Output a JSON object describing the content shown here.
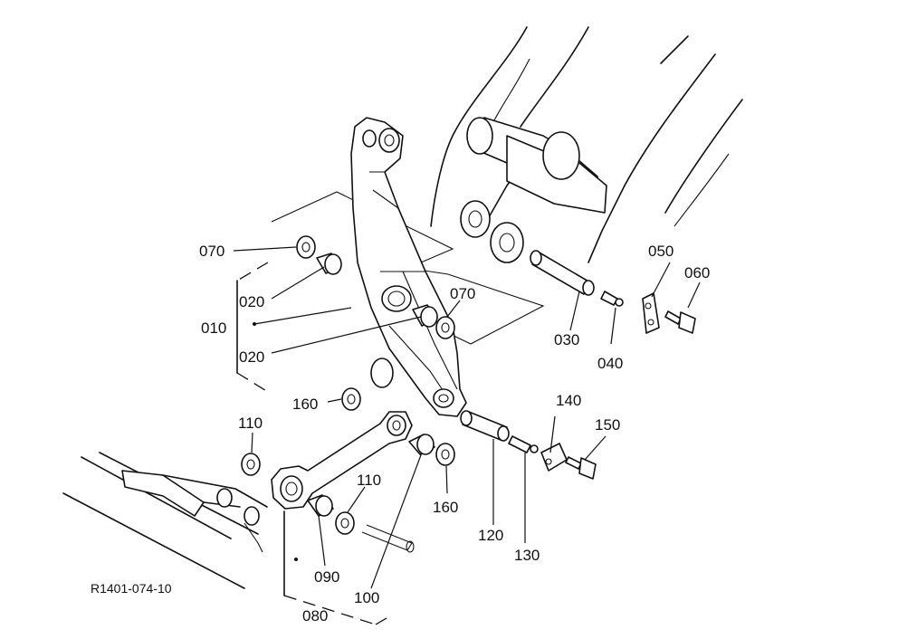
{
  "diagram": {
    "reference_code": "R1401-074-10",
    "callouts": {
      "c010": "010",
      "c020a": "020",
      "c020b": "020",
      "c030": "030",
      "c040": "040",
      "c050": "050",
      "c060": "060",
      "c070a": "070",
      "c070b": "070",
      "c080": "080",
      "c090": "090",
      "c100": "100",
      "c110a": "110",
      "c110b": "110",
      "c120": "120",
      "c130": "130",
      "c140": "140",
      "c150": "150",
      "c160a": "160",
      "c160b": "160"
    }
  }
}
